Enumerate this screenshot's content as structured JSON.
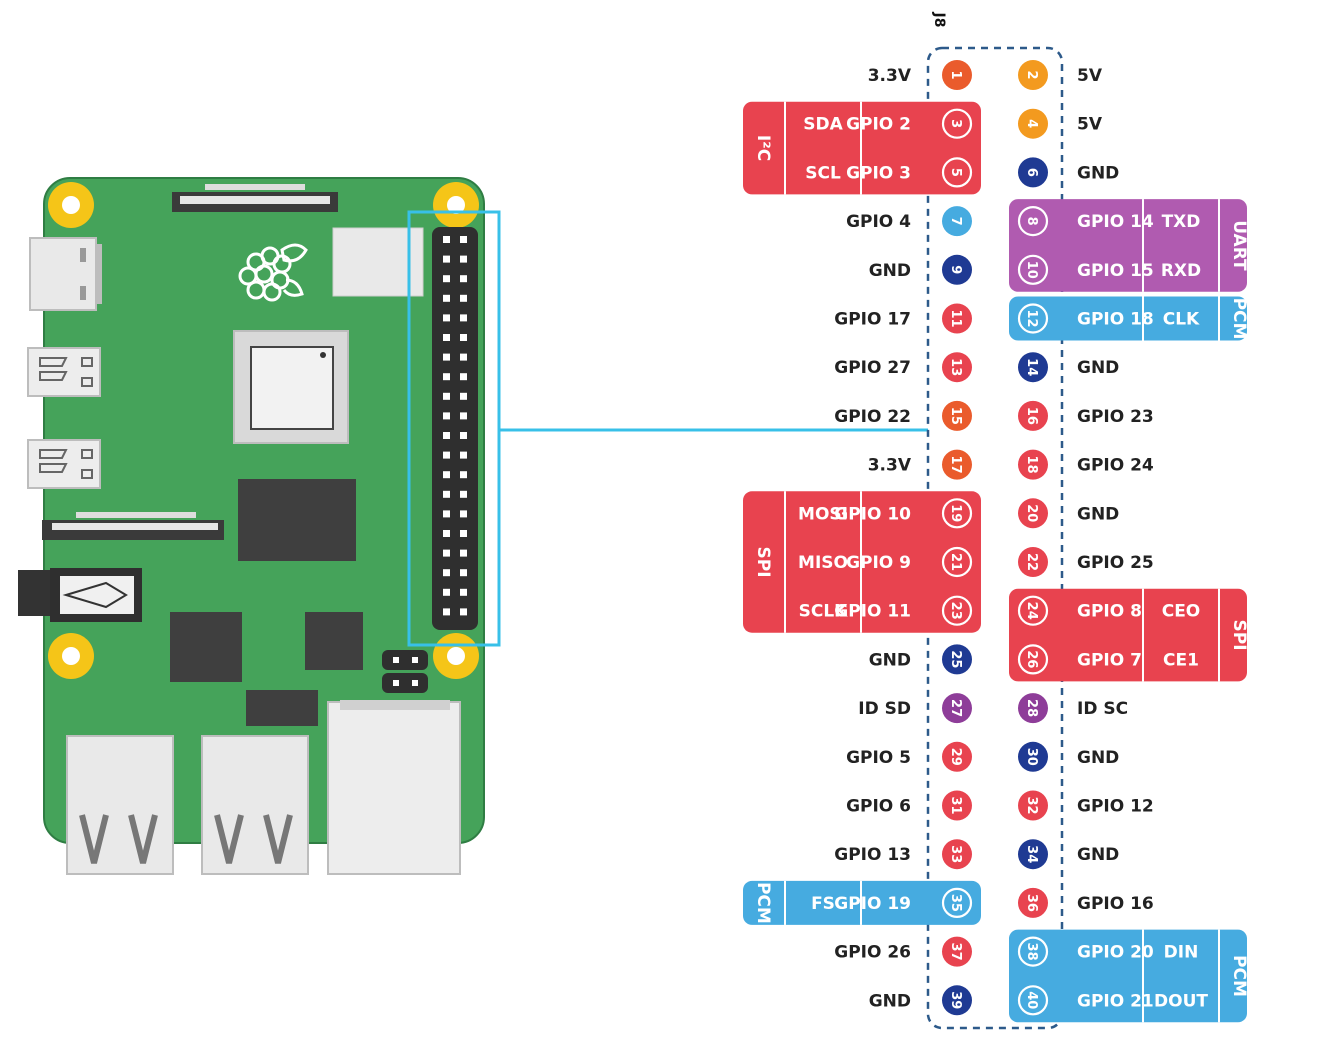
{
  "header_label": "J8",
  "colors": {
    "power3v3": "#ea5b2c",
    "power5v": "#f39a1f",
    "ground": "#1f3a93",
    "gpio": "#e8434f",
    "gpio_blue": "#46abe0",
    "id": "#8e3d99",
    "group_red": "#e8434f",
    "group_blue": "#46abe0",
    "group_purple": "#b05bb0",
    "board": "#45a35a",
    "highlight": "#38c0e8"
  },
  "pins": [
    {
      "n": "1",
      "label": "3.3V",
      "kind": "power3v3"
    },
    {
      "n": "2",
      "label": "5V",
      "kind": "power5v"
    },
    {
      "n": "3",
      "label": "GPIO 2",
      "kind": "grouped"
    },
    {
      "n": "4",
      "label": "5V",
      "kind": "power5v"
    },
    {
      "n": "5",
      "label": "GPIO 3",
      "kind": "grouped"
    },
    {
      "n": "6",
      "label": "GND",
      "kind": "ground"
    },
    {
      "n": "7",
      "label": "GPIO 4",
      "kind": "gpio_blue"
    },
    {
      "n": "8",
      "label": "GPIO 14",
      "kind": "grouped"
    },
    {
      "n": "9",
      "label": "GND",
      "kind": "ground"
    },
    {
      "n": "10",
      "label": "GPIO 15",
      "kind": "grouped"
    },
    {
      "n": "11",
      "label": "GPIO 17",
      "kind": "gpio"
    },
    {
      "n": "12",
      "label": "GPIO 18",
      "kind": "grouped"
    },
    {
      "n": "13",
      "label": "GPIO 27",
      "kind": "gpio"
    },
    {
      "n": "14",
      "label": "GND",
      "kind": "ground"
    },
    {
      "n": "15",
      "label": "GPIO 22",
      "kind": "power3v3"
    },
    {
      "n": "16",
      "label": "GPIO 23",
      "kind": "gpio"
    },
    {
      "n": "17",
      "label": "3.3V",
      "kind": "power3v3"
    },
    {
      "n": "18",
      "label": "GPIO 24",
      "kind": "gpio"
    },
    {
      "n": "19",
      "label": "GPIO 10",
      "kind": "grouped"
    },
    {
      "n": "20",
      "label": "GND",
      "kind": "gpio"
    },
    {
      "n": "21",
      "label": "GPIO 9",
      "kind": "grouped"
    },
    {
      "n": "22",
      "label": "GPIO 25",
      "kind": "gpio"
    },
    {
      "n": "23",
      "label": "GPIO 11",
      "kind": "grouped"
    },
    {
      "n": "24",
      "label": "GPIO 8",
      "kind": "grouped"
    },
    {
      "n": "25",
      "label": "GND",
      "kind": "ground"
    },
    {
      "n": "26",
      "label": "GPIO 7",
      "kind": "grouped"
    },
    {
      "n": "27",
      "label": "ID SD",
      "kind": "id"
    },
    {
      "n": "28",
      "label": "ID SC",
      "kind": "id"
    },
    {
      "n": "29",
      "label": "GPIO 5",
      "kind": "gpio"
    },
    {
      "n": "30",
      "label": "GND",
      "kind": "ground"
    },
    {
      "n": "31",
      "label": "GPIO 6",
      "kind": "gpio"
    },
    {
      "n": "32",
      "label": "GPIO 12",
      "kind": "gpio"
    },
    {
      "n": "33",
      "label": "GPIO 13",
      "kind": "gpio"
    },
    {
      "n": "34",
      "label": "GND",
      "kind": "ground"
    },
    {
      "n": "35",
      "label": "GPIO 19",
      "kind": "grouped"
    },
    {
      "n": "36",
      "label": "GPIO 16",
      "kind": "gpio"
    },
    {
      "n": "37",
      "label": "GPIO 26",
      "kind": "gpio"
    },
    {
      "n": "38",
      "label": "GPIO 20",
      "kind": "grouped"
    },
    {
      "n": "39",
      "label": "GND",
      "kind": "ground"
    },
    {
      "n": "40",
      "label": "GPIO 21",
      "kind": "grouped"
    }
  ],
  "groups": [
    {
      "name": "I²C",
      "color": "group_red",
      "side": "left",
      "pins": [
        3,
        5
      ],
      "funcs": [
        "SDA",
        "SCL"
      ]
    },
    {
      "name": "UART",
      "color": "group_purple",
      "side": "right",
      "pins": [
        8,
        10
      ],
      "funcs": [
        "TXD",
        "RXD"
      ]
    },
    {
      "name": "PCM",
      "color": "group_blue",
      "side": "right",
      "pins": [
        12
      ],
      "funcs": [
        "CLK"
      ]
    },
    {
      "name": "SPI",
      "color": "group_red",
      "side": "left",
      "pins": [
        19,
        21,
        23
      ],
      "funcs": [
        "MOSI",
        "MISO",
        "SCLK"
      ]
    },
    {
      "name": "SPI",
      "color": "group_red",
      "side": "right",
      "pins": [
        24,
        26
      ],
      "funcs": [
        "CEO",
        "CE1"
      ]
    },
    {
      "name": "PCM",
      "color": "group_blue",
      "side": "left",
      "pins": [
        35
      ],
      "funcs": [
        "FS"
      ]
    },
    {
      "name": "PCM",
      "color": "group_blue",
      "side": "right",
      "pins": [
        38,
        40
      ],
      "funcs": [
        "DIN",
        "DOUT"
      ]
    }
  ]
}
